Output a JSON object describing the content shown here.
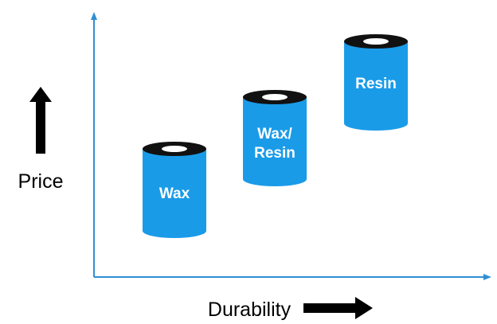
{
  "diagram": {
    "y_axis_label": "Price",
    "x_axis_label": "Durability",
    "rolls": [
      {
        "label_lines": [
          "Wax"
        ]
      },
      {
        "label_lines": [
          "Wax/",
          "Resin"
        ]
      },
      {
        "label_lines": [
          "Resin"
        ]
      }
    ]
  },
  "colors": {
    "axis": "#2f8fd4",
    "roll_body": "#1a9be8",
    "roll_core": "#111111",
    "roll_core_highlight": "#ffffff",
    "arrow": "#000000"
  }
}
